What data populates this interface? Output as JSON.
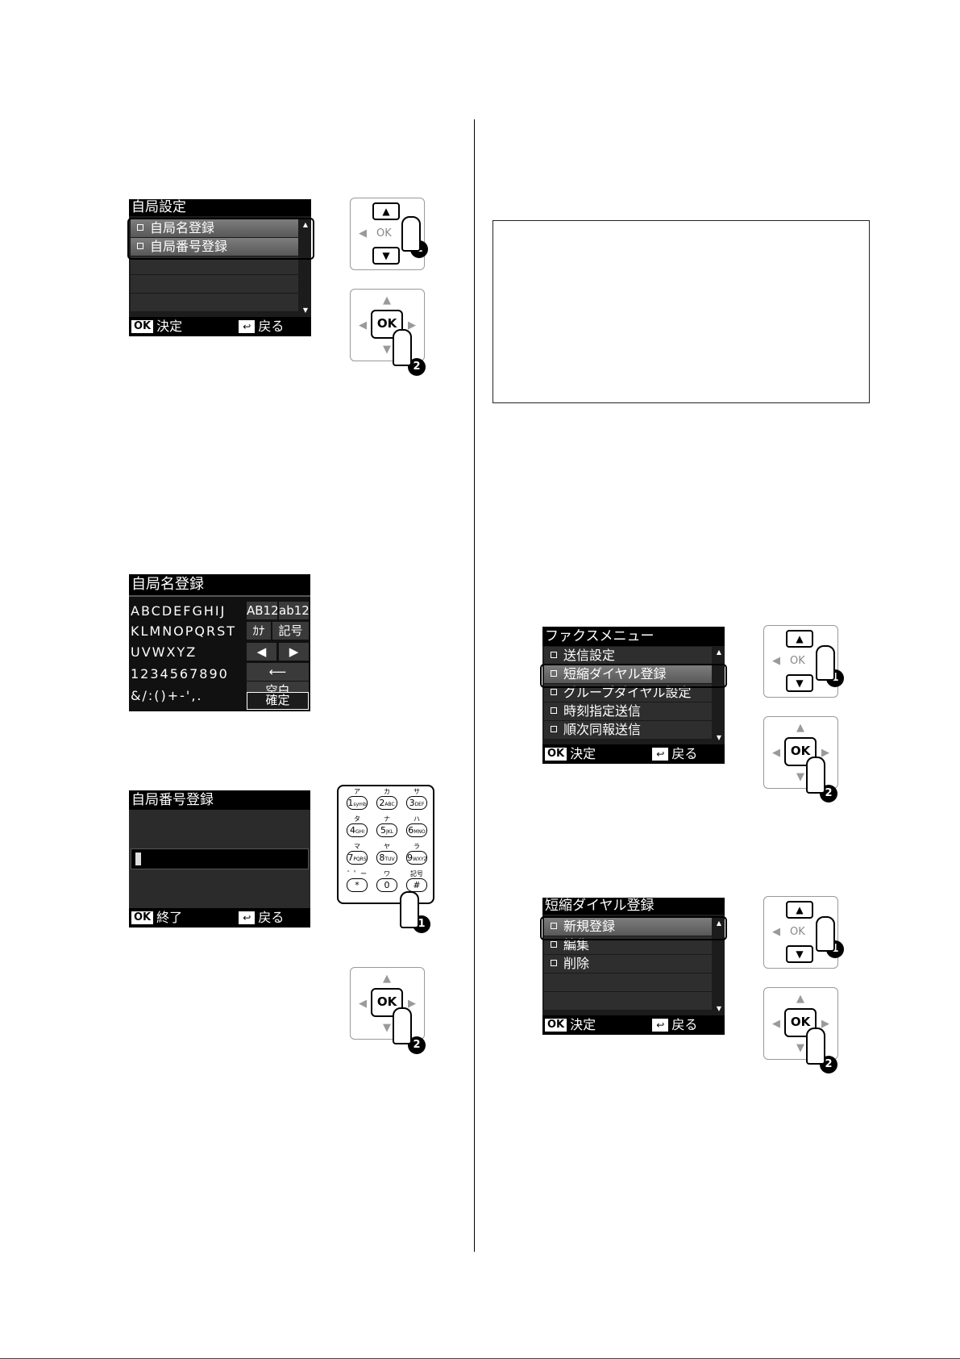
{
  "screens": {
    "own_settings": {
      "title": "自局設定",
      "items": [
        "自局名登録",
        "自局番号登録"
      ],
      "footer_ok": "OK",
      "footer_left": "決定",
      "footer_right": "戻る"
    },
    "name_entry": {
      "title": "自局名登録",
      "rows": [
        "ABCDEFGHIJ",
        "KLMNOPQRST",
        "UVWXYZ",
        "1234567890",
        "&/:()+-',."
      ],
      "keys": {
        "upper": "AB12",
        "lower": "ab12",
        "kana": "ｶﾅ",
        "symbol": "記号",
        "left": "◀",
        "right": "▶",
        "backspace": "⟵",
        "space": "空白",
        "confirm": "確定"
      }
    },
    "number_entry": {
      "title": "自局番号登録",
      "footer_ok": "OK",
      "footer_left": "終了",
      "footer_right": "戻る"
    },
    "fax_menu": {
      "title": "ファクスメニュー",
      "items": [
        "送信設定",
        "短縮ダイヤル登録",
        "グループダイヤル設定",
        "時刻指定送信",
        "順次同報送信"
      ],
      "footer_ok": "OK",
      "footer_left": "決定",
      "footer_right": "戻る"
    },
    "speed_dial": {
      "title": "短縮ダイヤル登録",
      "items": [
        "新規登録",
        "編集",
        "削除"
      ],
      "footer_ok": "OK",
      "footer_left": "決定",
      "footer_right": "戻る"
    }
  },
  "panel": {
    "ok_label": "OK",
    "up": "▲",
    "down": "▼",
    "step1": "1",
    "step2": "2"
  },
  "keypad": {
    "keys": [
      {
        "num": "1",
        "sub": "symb",
        "kana": "ア"
      },
      {
        "num": "2",
        "sub": "ABC",
        "kana": "カ"
      },
      {
        "num": "3",
        "sub": "DEF",
        "kana": "サ"
      },
      {
        "num": "4",
        "sub": "GHI",
        "kana": "タ"
      },
      {
        "num": "5",
        "sub": "JKL",
        "kana": "ナ"
      },
      {
        "num": "6",
        "sub": "MNO",
        "kana": "ハ"
      },
      {
        "num": "7",
        "sub": "PQRS",
        "kana": "マ"
      },
      {
        "num": "8",
        "sub": "TUV",
        "kana": "ヤ"
      },
      {
        "num": "9",
        "sub": "WXYZ",
        "kana": "ラ"
      },
      {
        "num": "*",
        "sub": "",
        "kana": "゛゜ー"
      },
      {
        "num": "0",
        "sub": "",
        "kana": "ワ"
      },
      {
        "num": "#",
        "sub": "",
        "kana": "記号"
      }
    ]
  }
}
